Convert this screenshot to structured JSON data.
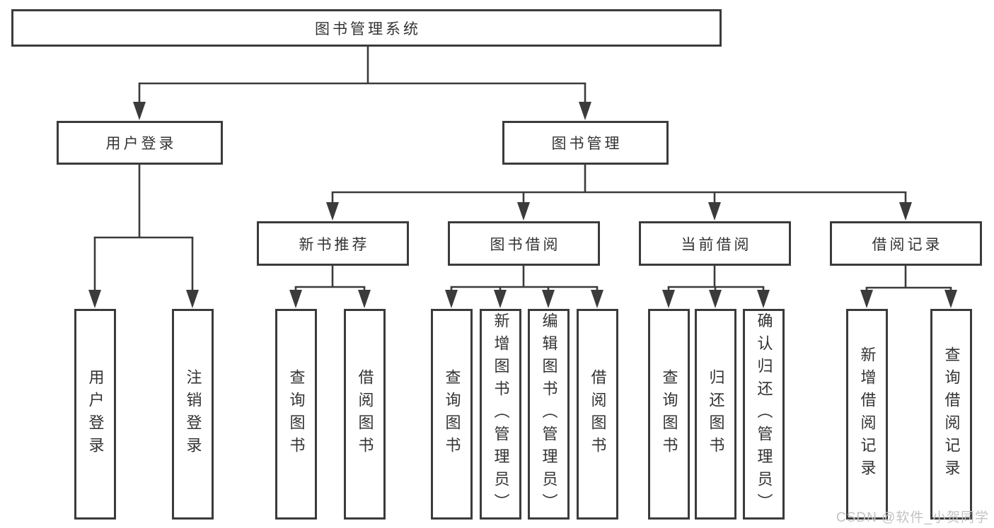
{
  "diagram": {
    "root": {
      "label": "图书管理系统"
    },
    "modules": [
      {
        "label": "用户登录",
        "children": [
          {
            "label": "用户登录"
          },
          {
            "label": "注销登录"
          }
        ]
      },
      {
        "label": "图书管理",
        "sections": [
          {
            "label": "新书推荐",
            "children": [
              {
                "label": "查询图书"
              },
              {
                "label": "借阅图书"
              }
            ]
          },
          {
            "label": "图书借阅",
            "children": [
              {
                "label": "查询图书"
              },
              {
                "label": "新增图书（管理员）"
              },
              {
                "label": "编辑图书（管理员）"
              },
              {
                "label": "借阅图书"
              }
            ]
          },
          {
            "label": "当前借阅",
            "children": [
              {
                "label": "查询图书"
              },
              {
                "label": "归还图书"
              },
              {
                "label": "确认归还（管理员）"
              }
            ]
          },
          {
            "label": "借阅记录",
            "children": [
              {
                "label": "新增借阅记录"
              },
              {
                "label": "查询借阅记录"
              }
            ]
          }
        ]
      }
    ]
  },
  "watermark": {
    "text": "CSDN @软件_小贺同学"
  }
}
